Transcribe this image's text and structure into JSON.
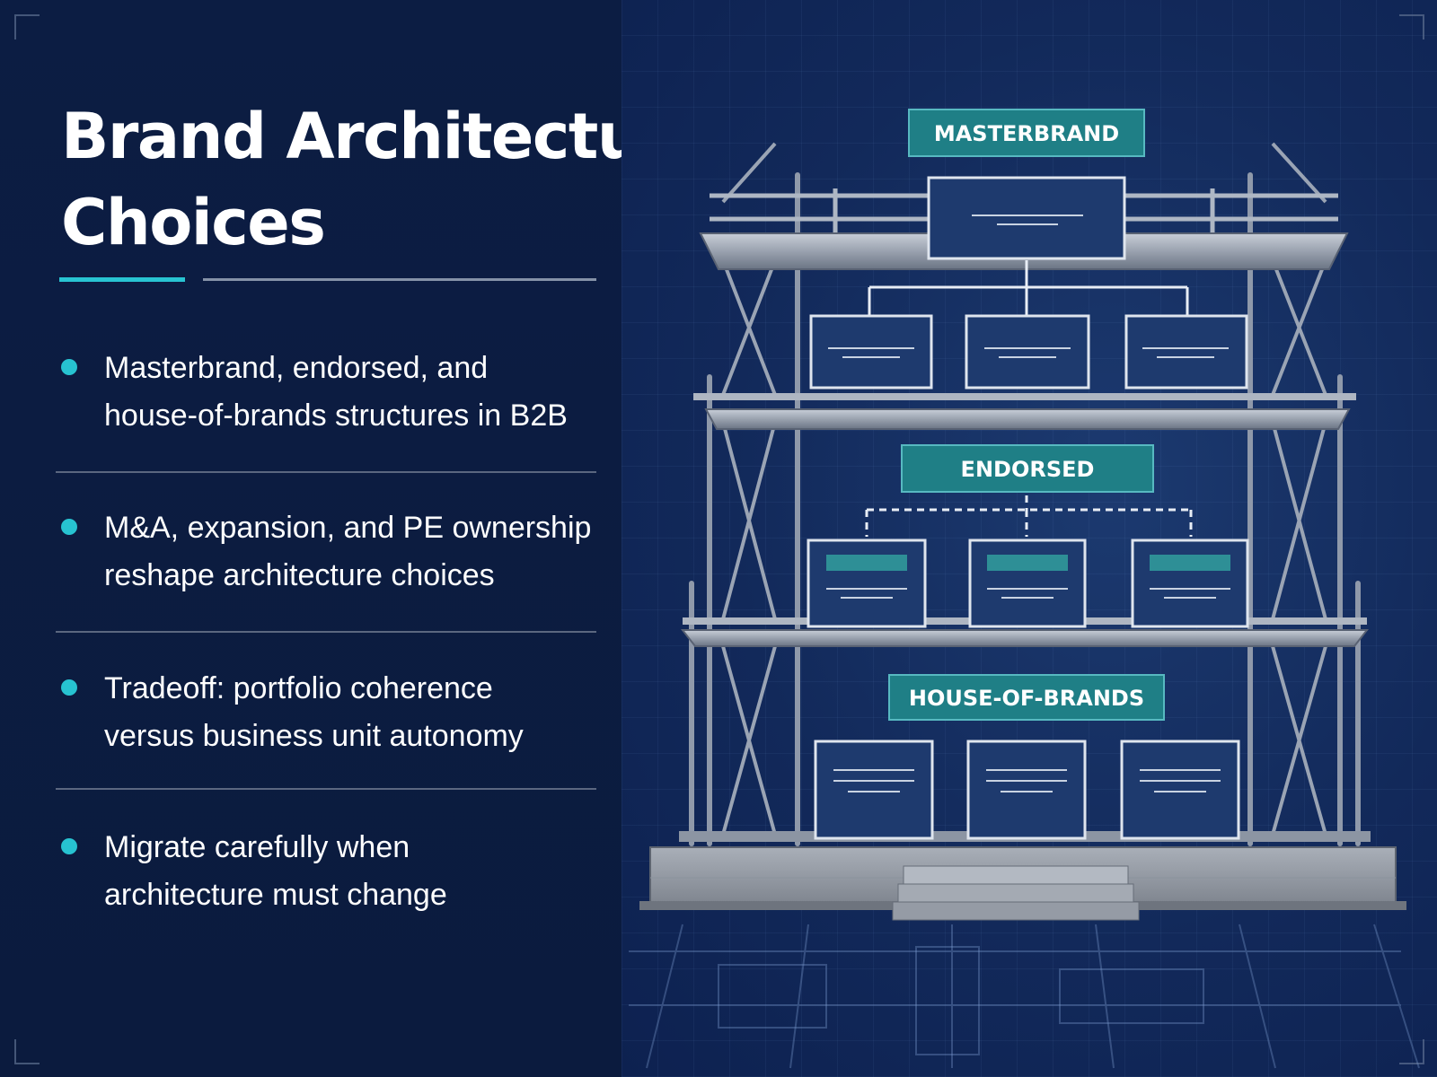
{
  "title": {
    "line1": "Brand Architecture",
    "line2": "Choices"
  },
  "bullets": [
    {
      "line1": "Masterbrand, endorsed, and",
      "line2": "house-of-brands structures in B2B"
    },
    {
      "line1": "M&A, expansion, and PE ownership",
      "line2": "reshape architecture choices"
    },
    {
      "line1": "Tradeoff: portfolio coherence",
      "line2": "versus business unit autonomy"
    },
    {
      "line1": "Migrate carefully when",
      "line2": "architecture must change"
    }
  ],
  "diagram": {
    "masterbrand_label": "MASTERBRAND",
    "endorsed_label": "ENDORSED",
    "house_of_brands_label": "HOUSE-OF-BRANDS"
  },
  "colors": {
    "background": "#0c1d42",
    "accent": "#28c4d2",
    "label_box": "#1f7f86",
    "brand_box": "#1e3a6e"
  }
}
